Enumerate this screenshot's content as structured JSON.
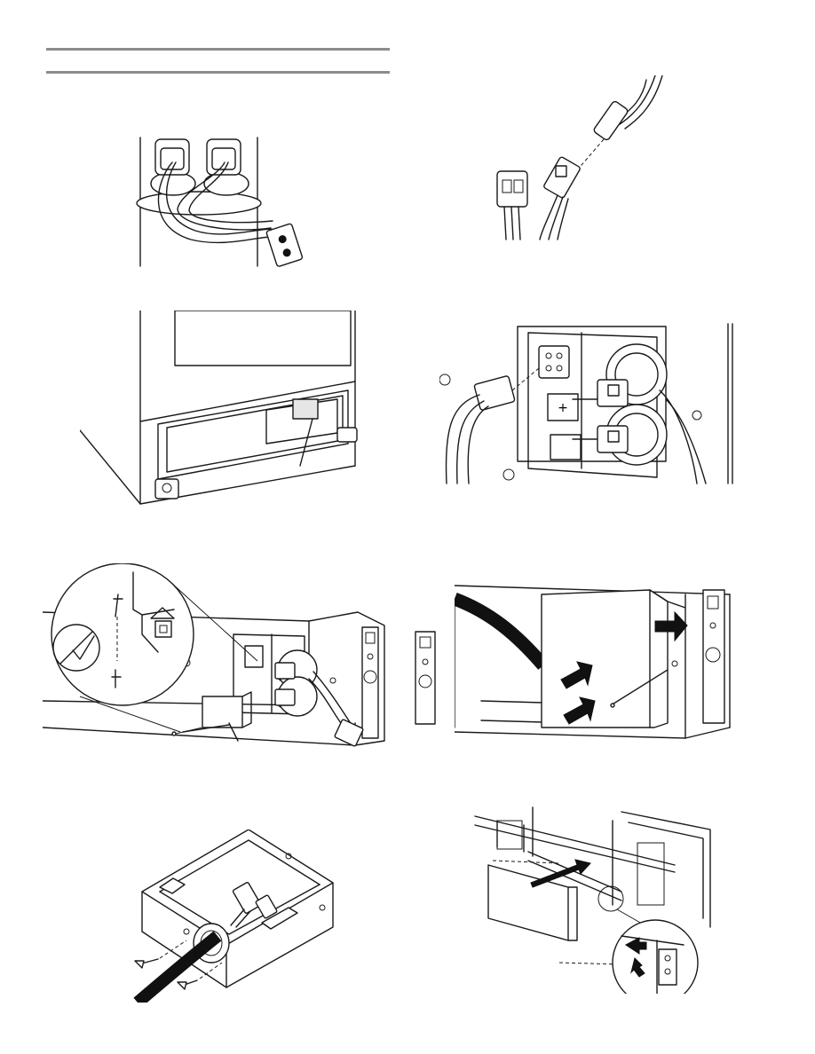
{
  "page": {
    "description_free": true,
    "rules": 2
  },
  "figures": [
    {
      "id": "capacitor-terminals",
      "icon": "electrical-terminal-block"
    },
    {
      "id": "wire-connector-plug",
      "icon": "wire-harness-connector"
    },
    {
      "id": "range-base-access",
      "icon": "appliance-base-panel"
    },
    {
      "id": "junction-box-connection",
      "icon": "junction-box"
    },
    {
      "id": "terminal-block-detail",
      "icon": "terminal-block-magnified"
    },
    {
      "id": "cover-installation",
      "icon": "junction-cover-arrows"
    },
    {
      "id": "conduit-box",
      "icon": "conduit-box-screws"
    },
    {
      "id": "drawer-installation",
      "icon": "drawer-slide"
    }
  ],
  "colors": {
    "line": "#1a1a1a",
    "rule": "#8c8c8c",
    "shade": "#e6e6e6",
    "cable": "#111111"
  }
}
